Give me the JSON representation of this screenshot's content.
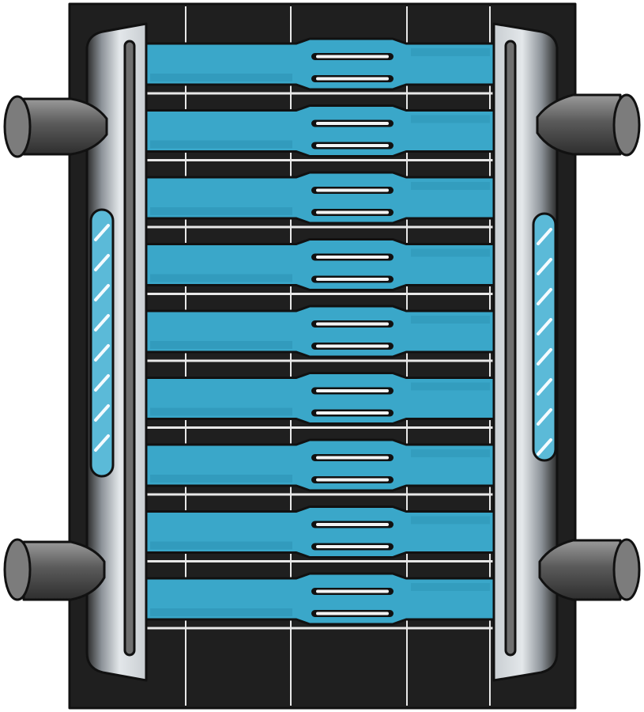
{
  "illustration": {
    "subject": "heating-element-tray",
    "strip_count": 9,
    "slots_per_strip": 2,
    "colors": {
      "board": "#1f1f1f",
      "strip": "#3aa7c9",
      "strip_dark": "#2a8fb0",
      "frame": "#dfe3e6",
      "frame_shadow": "#9aa0a6",
      "rail": "#6f6f6f",
      "window": "#5bbad8",
      "connector": "#6a6a6a",
      "line": "#e8e8e8"
    }
  }
}
